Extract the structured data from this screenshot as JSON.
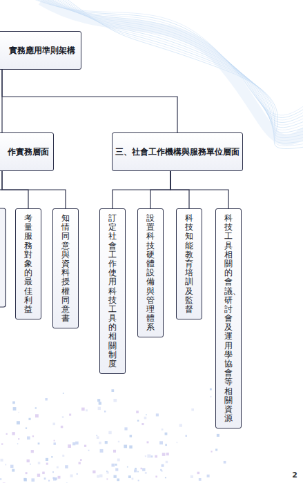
{
  "diagram": {
    "nodes": [
      {
        "text": [
          "實務應用準則架構"
        ]
      },
      {
        "text": [
          "作實務層面"
        ]
      },
      {
        "text": [
          "三、社會工作機構與服務單位層面"
        ]
      },
      {
        "text": [
          "考量服務對象的最佳利益"
        ]
      },
      {
        "text": [
          "知情同意與資料授權同意書"
        ]
      },
      {
        "text": [
          "訂定社會工作使用科技工具的相關制度"
        ]
      },
      {
        "text": [
          "設置科技硬體設備與管理體系"
        ]
      },
      {
        "text": [
          "科技知能教育培訓及監督"
        ]
      },
      {
        "text": [
          "科技工具相關的會議、研討會及運用學協會等相關資源"
        ]
      }
    ],
    "edges": [
      {
        "from": 0,
        "to": 1,
        "arrow": "none"
      },
      {
        "from": 0,
        "to": 2,
        "arrow": "none"
      },
      {
        "from": 1,
        "to": 3,
        "arrow": "none"
      },
      {
        "from": 1,
        "to": 4,
        "arrow": "none"
      },
      {
        "from": 2,
        "to": 5,
        "arrow": "none"
      },
      {
        "from": 2,
        "to": 6,
        "arrow": "none"
      },
      {
        "from": 2,
        "to": 7,
        "arrow": "none"
      },
      {
        "from": 2,
        "to": 8,
        "arrow": "none"
      }
    ],
    "labels": [
      "2"
    ]
  }
}
